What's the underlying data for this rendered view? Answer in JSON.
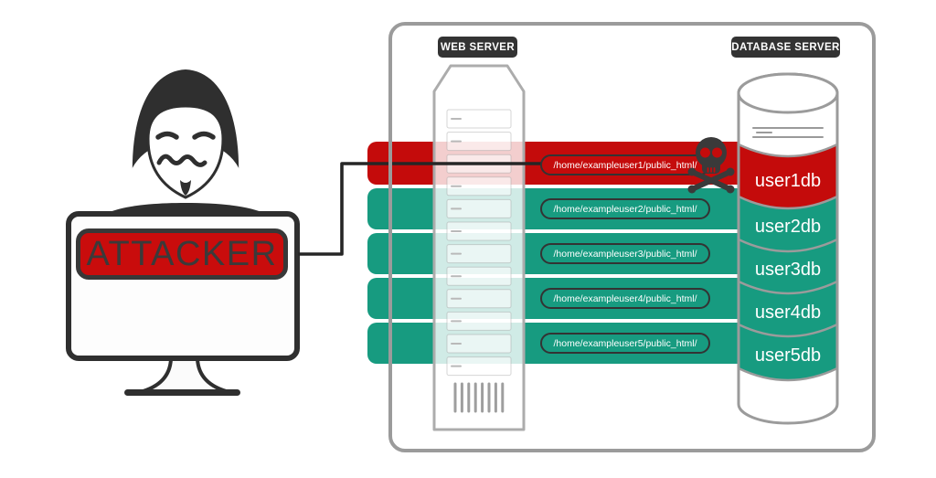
{
  "diagram_title": "sql-injection-shared-hosting-diagram",
  "attacker": {
    "label": "ATTACKER"
  },
  "servers": {
    "web": {
      "label": "WEB SERVER"
    },
    "database": {
      "label": "DATABASE SERVER"
    }
  },
  "connections": [
    {
      "path": "/home/exampleuser1/public_html/",
      "database": "user1db",
      "status": "compromised"
    },
    {
      "path": "/home/exampleuser2/public_html/",
      "database": "user2db",
      "status": "secure"
    },
    {
      "path": "/home/exampleuser3/public_html/",
      "database": "user3db",
      "status": "secure"
    },
    {
      "path": "/home/exampleuser4/public_html/",
      "database": "user4db",
      "status": "secure"
    },
    {
      "path": "/home/exampleuser5/public_html/",
      "database": "user5db",
      "status": "secure"
    }
  ],
  "icons": {
    "attacker": "hooded-hacker-icon",
    "compromise": "skull-crossbones-icon",
    "web_server": "server-tower-icon",
    "database": "database-cylinder-icon"
  },
  "colors": {
    "compromised_red": "#C40B0B",
    "attacker_badge_red": "#C90C0C",
    "secure_teal": "#179B80",
    "label_bg_dark": "#333333",
    "outline_gray": "#9B9B9B",
    "line_dark": "#262626"
  }
}
